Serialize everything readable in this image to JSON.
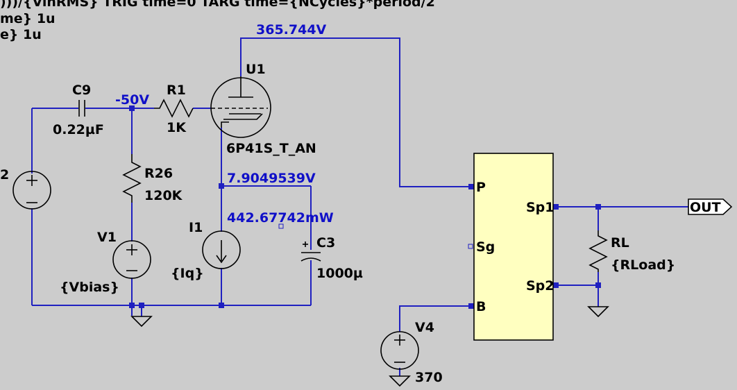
{
  "directives": {
    "line1": ")))/{VinRMS} TRIG time=0 TARG time={NCycles}*period/2",
    "line2": "me} 1u",
    "line3": "e} 1u"
  },
  "nets": {
    "plate_voltage": "365.744V",
    "grid_voltage": "-50V",
    "cathode_voltage": "7.9049539V",
    "power_readout": "442.67742mW"
  },
  "components": {
    "u1": {
      "ref": "U1",
      "model": "6P41S_T_AN"
    },
    "c9": {
      "ref": "C9",
      "value": "0.22µF"
    },
    "r1": {
      "ref": "R1",
      "value": "1K"
    },
    "r26": {
      "ref": "R26",
      "value": "120K"
    },
    "v1": {
      "ref": "V1",
      "value": "{Vbias}"
    },
    "v2": {
      "ref": "2"
    },
    "i1": {
      "ref": "I1",
      "value": "{Iq}"
    },
    "c3": {
      "ref": "C3",
      "value": "1000µ"
    },
    "v4": {
      "ref": "V4",
      "value": "370"
    },
    "rl": {
      "ref": "RL",
      "value": "{RLoad}"
    },
    "transformer": {
      "pin_p": "P",
      "pin_sg": "Sg",
      "pin_b": "B",
      "pin_sp1": "Sp1",
      "pin_sp2": "Sp2"
    }
  },
  "out_label": "OUT",
  "colors": {
    "background": "#cccccc",
    "wire": "#1f20c0",
    "transformer_fill": "#ffffc0"
  }
}
